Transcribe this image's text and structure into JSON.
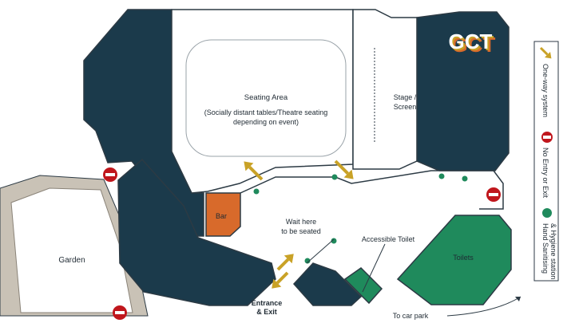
{
  "colors": {
    "navy": "#1b3a4b",
    "green": "#1f8a5c",
    "orange": "#d86a2b",
    "gold": "#c9a227",
    "red": "#c0161c",
    "garden": "#c9c2b6",
    "outline": "#2c3a44"
  },
  "rooms": {
    "seating": {
      "title": "Seating Area",
      "line1": "(Socially distant tables/Theatre seating",
      "line2": "depending on event)"
    },
    "stage": {
      "line1": "Stage /",
      "line2": "Screen"
    },
    "bar": "Bar",
    "garden": "Garden",
    "toilets": "Toilets",
    "accessible_toilet": "Accessible Toilet",
    "wait": {
      "line1": "Wait here",
      "line2": "to be seated"
    },
    "entrance": {
      "line1": "Entrance",
      "line2": "& Exit"
    },
    "car_park": "To car park"
  },
  "logo": {
    "text": "GCT"
  },
  "legend": {
    "one_way": "One-way system",
    "no_entry": "No Entry or Exit",
    "sanitising_line1": "Hand Sanitising",
    "sanitising_line2": "& Hygiene station"
  },
  "icons": {
    "one_way": "diagonal-arrow-icon",
    "no_entry": "no-entry-icon",
    "sanitising": "green-dot-icon"
  }
}
